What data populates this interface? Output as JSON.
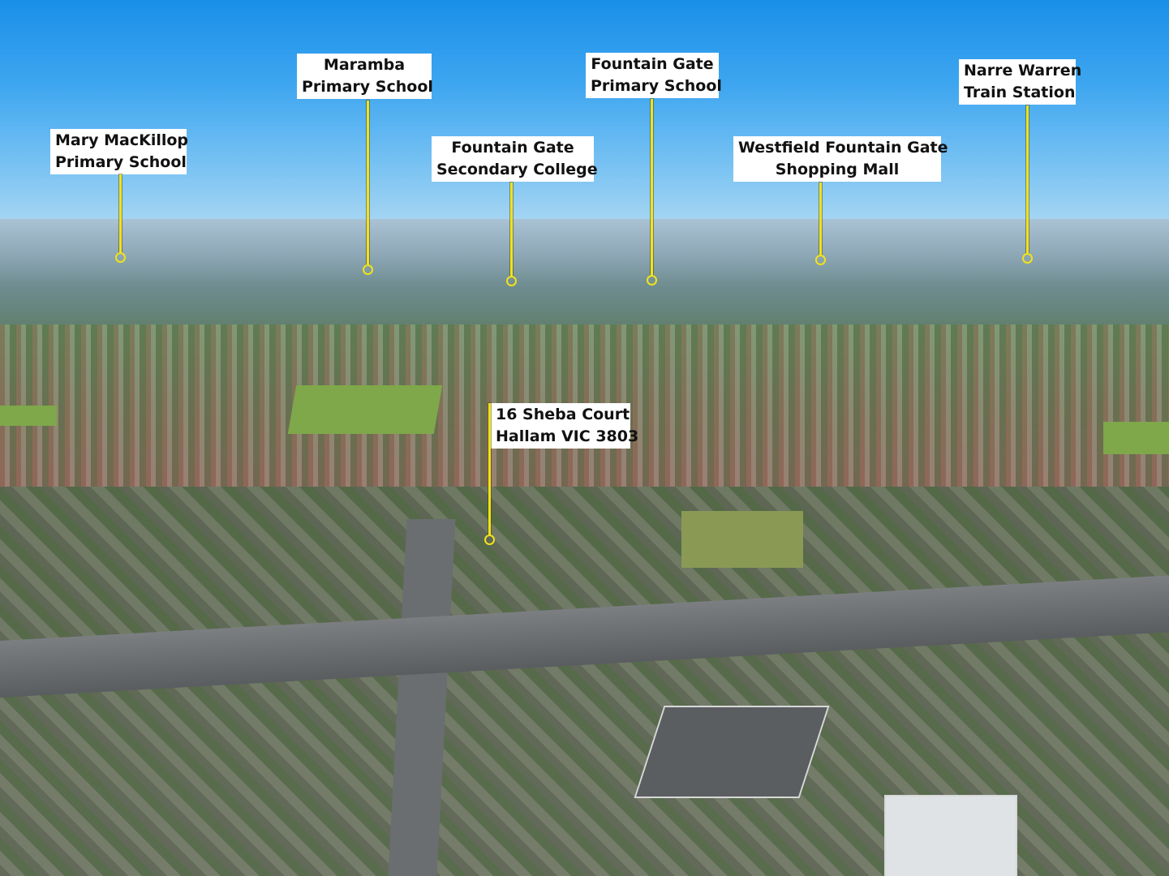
{
  "image": {
    "description": "Aerial drone photo of suburban Hallam, Victoria with annotated points of interest",
    "pin_color": "#f2e21a",
    "label_bg": "#ffffff",
    "label_text_color": "#111111"
  },
  "subject": {
    "line1": "16 Sheba Court",
    "line2": "Hallam VIC 3803"
  },
  "landmarks": [
    {
      "line1": "Mary MacKillop",
      "line2": "Primary School"
    },
    {
      "line1": "Maramba",
      "line2": "Primary School"
    },
    {
      "line1": "Fountain Gate",
      "line2": "Secondary College"
    },
    {
      "line1": "Fountain Gate",
      "line2": "Primary School"
    },
    {
      "line1": "Westfield Fountain Gate",
      "line2": "Shopping Mall"
    },
    {
      "line1": "Narre Warren",
      "line2": "Train Station"
    }
  ]
}
